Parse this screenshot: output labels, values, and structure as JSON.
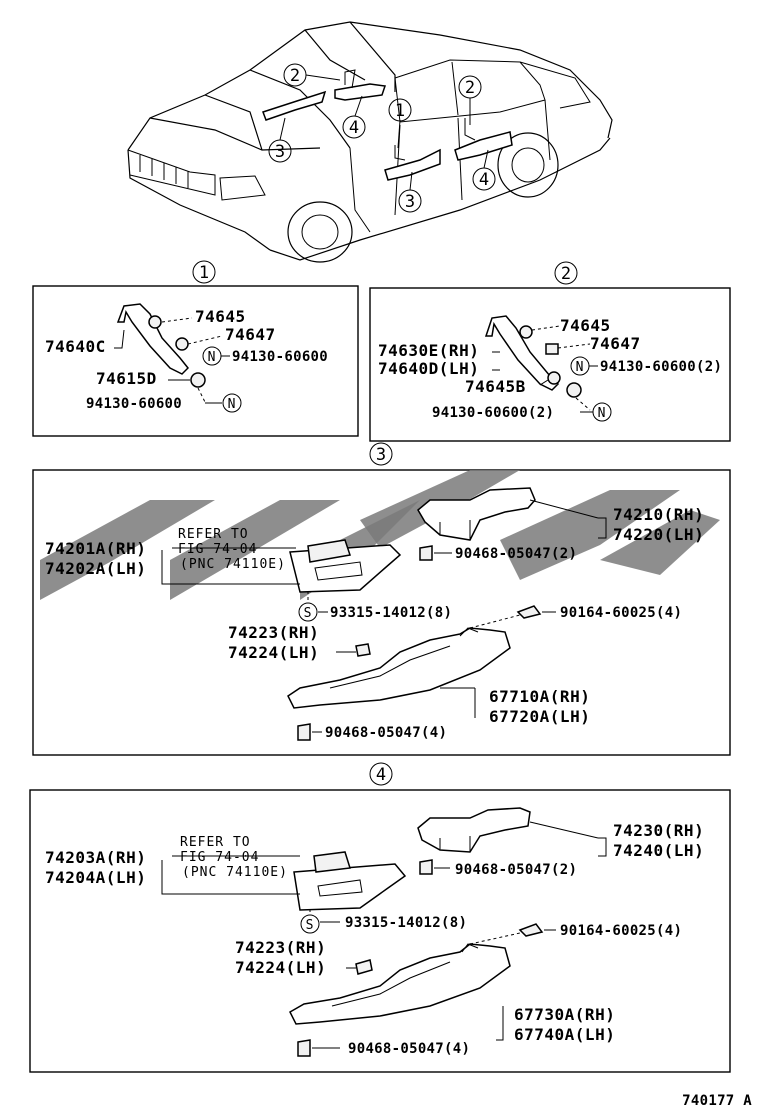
{
  "figure_id": "740177 A",
  "overview": {
    "callouts": [
      "1",
      "2",
      "3",
      "4"
    ]
  },
  "panel1": {
    "marker": "1",
    "labels": {
      "a": "74645",
      "b": "74647",
      "c": "74640C",
      "d": "94130-60600",
      "e": "74615D",
      "f": "94130-60600"
    },
    "clip_symbol": "N"
  },
  "panel2": {
    "marker": "2",
    "labels": {
      "a": "74645",
      "b": "74647",
      "c1": "74630E(RH)",
      "c2": "74640D(LH)",
      "d": "94130-60600(2)",
      "e": "74645B",
      "f": "94130-60600(2)"
    },
    "clip_symbol": "N"
  },
  "panel3": {
    "marker": "3",
    "labels": {
      "arm1": "74210(RH)",
      "arm2": "74220(LH)",
      "clip_a": "90468-05047(2)",
      "refer1": "REFER TO",
      "refer2": "FIG  74-04",
      "refer3": "(PNC 74110E)",
      "base1": "74201A(RH)",
      "base2": "74202A(LH)",
      "screw": "93315-14012(8)",
      "bolt": "90164-60025(4)",
      "cap1": "74223(RH)",
      "cap2": "74224(LH)",
      "trim1": "67710A(RH)",
      "trim2": "67720A(LH)",
      "clip_b": "90468-05047(4)"
    },
    "screw_symbol": "S"
  },
  "panel4": {
    "marker": "4",
    "labels": {
      "arm1": "74230(RH)",
      "arm2": "74240(LH)",
      "clip_a": "90468-05047(2)",
      "refer1": "REFER TO",
      "refer2": "FIG  74-04",
      "refer3": "(PNC 74110E)",
      "base1": "74203A(RH)",
      "base2": "74204A(LH)",
      "screw": "93315-14012(8)",
      "bolt": "90164-60025(4)",
      "cap1": "74223(RH)",
      "cap2": "74224(LH)",
      "trim1": "67730A(RH)",
      "trim2": "67740A(LH)",
      "clip_b": "90468-05047(4)"
    },
    "screw_symbol": "S"
  }
}
